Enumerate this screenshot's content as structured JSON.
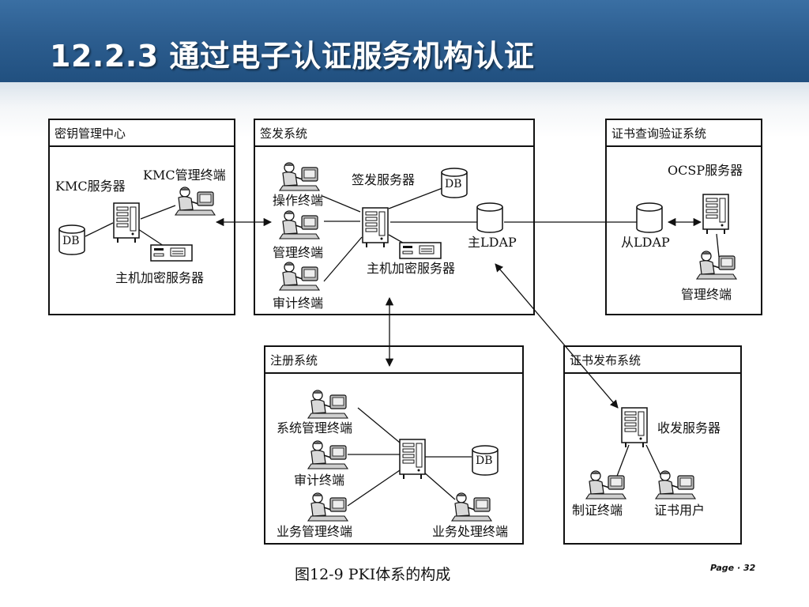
{
  "slide": {
    "title": "12.2.3  通过电子认证服务机构认证",
    "caption": "图12-9  PKI体系的构成",
    "page": "Page · 32"
  },
  "colors": {
    "header": "#2c5d8f",
    "title_text": "#ffffff",
    "line": "#111111"
  },
  "diagram": {
    "kmc": {
      "title": "密钥管理中心",
      "kmc_server": "KMC服务器",
      "kmc_terminal": "KMC管理终端",
      "db": "DB",
      "host_crypto": "主机加密服务器"
    },
    "issuing": {
      "title": "签发系统",
      "operator_terminal": "操作终端",
      "admin_terminal": "管理终端",
      "audit_terminal": "审计终端",
      "sign_server": "签发服务器",
      "db": "DB",
      "master_ldap": "主LDAP",
      "host_crypto": "主机加密服务器"
    },
    "verify": {
      "title": "证书查询验证系统",
      "ocsp_server": "OCSP服务器",
      "slave_ldap": "从LDAP",
      "admin_terminal": "管理终端"
    },
    "registration": {
      "title": "注册系统",
      "sys_admin_terminal": "系统管理终端",
      "audit_terminal": "审计终端",
      "biz_admin_terminal": "业务管理终端",
      "biz_process_terminal": "业务处理终端",
      "db": "DB"
    },
    "publish": {
      "title": "证书发布系统",
      "transceiver_server": "收发服务器",
      "cert_terminal": "制证终端",
      "cert_user": "证书用户"
    },
    "icons": [
      "server-tower-icon",
      "database-cylinder-icon",
      "operator-workstation-icon",
      "crypto-server-icon"
    ]
  }
}
